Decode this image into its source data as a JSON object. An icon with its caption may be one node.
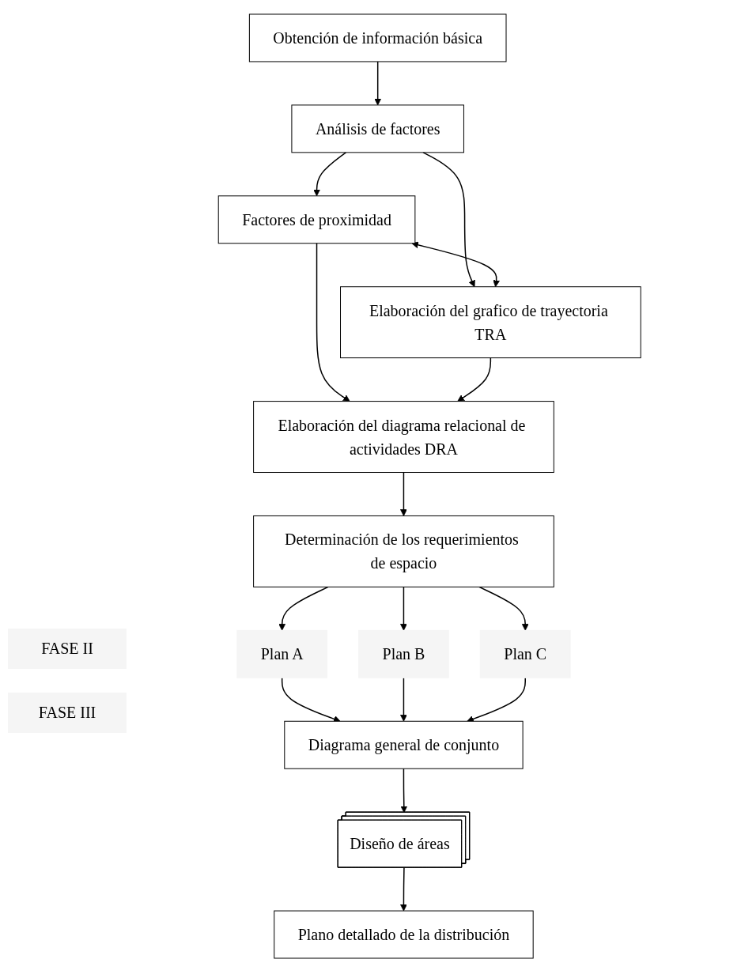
{
  "diagram": {
    "nodes": [
      {
        "text": [
          "Obtención de información básica"
        ]
      },
      {
        "text": [
          "Análisis de factores"
        ]
      },
      {
        "text": [
          "Factores de proximidad"
        ]
      },
      {
        "text": [
          "Elaboración del grafico de trayectoria TRA"
        ]
      },
      {
        "text": [
          "Elaboración del diagrama relacional de actividades DRA"
        ]
      },
      {
        "text": [
          "Determinación de los requerimientos de espacio"
        ]
      },
      {
        "text": [
          "Plan A"
        ]
      },
      {
        "text": [
          "Plan B"
        ]
      },
      {
        "text": [
          "Plan C"
        ]
      },
      {
        "text": [
          "Diagrama general de conjunto"
        ]
      },
      {
        "text": [
          "Diseño de áreas"
        ]
      },
      {
        "text": [
          "Plano detallado de la distribución"
        ]
      }
    ],
    "edges": [
      {
        "from": 0,
        "to": 1,
        "arrow": "to"
      },
      {
        "from": 1,
        "to": 2,
        "arrow": "to"
      },
      {
        "from": 1,
        "to": 3,
        "arrow": "to"
      },
      {
        "from": 2,
        "to": 3,
        "arrow": "both"
      },
      {
        "from": 2,
        "to": 4,
        "arrow": "to"
      },
      {
        "from": 3,
        "to": 4,
        "arrow": "to"
      },
      {
        "from": 4,
        "to": 5,
        "arrow": "to"
      },
      {
        "from": 5,
        "to": 6,
        "arrow": "to"
      },
      {
        "from": 5,
        "to": 7,
        "arrow": "to"
      },
      {
        "from": 5,
        "to": 8,
        "arrow": "to"
      },
      {
        "from": 6,
        "to": 9,
        "arrow": "to"
      },
      {
        "from": 7,
        "to": 9,
        "arrow": "to"
      },
      {
        "from": 8,
        "to": 9,
        "arrow": "to"
      },
      {
        "from": 9,
        "to": 10,
        "arrow": "to"
      },
      {
        "from": 10,
        "to": 11,
        "arrow": "to"
      }
    ],
    "labels": [
      "FASE II",
      "FASE III"
    ]
  }
}
